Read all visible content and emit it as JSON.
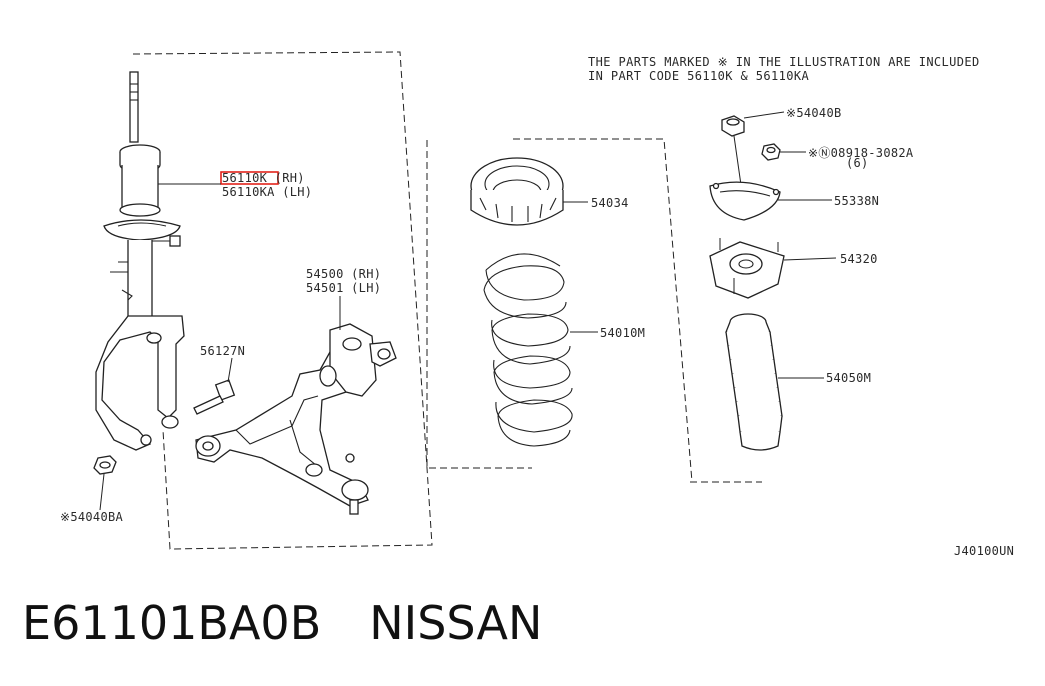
{
  "note": {
    "line1": "THE PARTS MARKED  ※ IN THE ILLUSTRATION ARE INCLUDED",
    "line2": "IN PART CODE 56110K & 56110KA"
  },
  "labels": {
    "strut_rh": "56110K (RH)",
    "strut_lh": "56110KA (LH)",
    "arm_rh": "54500 (RH)",
    "arm_lh": "54501 (LH)",
    "bolt": "56127N",
    "nut_bottom": "※54040BA",
    "seat": "54034",
    "spring": "54010M",
    "nut_top": "※54040B",
    "nut_n": "※Ⓝ08918-3082A",
    "nut_n_qty": "(6)",
    "plate": "55338N",
    "mount": "54320",
    "boot": "54050M",
    "diagram_code": "J40100UN"
  },
  "footer": {
    "part_number": "E61101BA0B",
    "brand": "NISSAN"
  },
  "colors": {
    "line": "#222222",
    "highlight": "#e2231a",
    "background": "#ffffff"
  }
}
